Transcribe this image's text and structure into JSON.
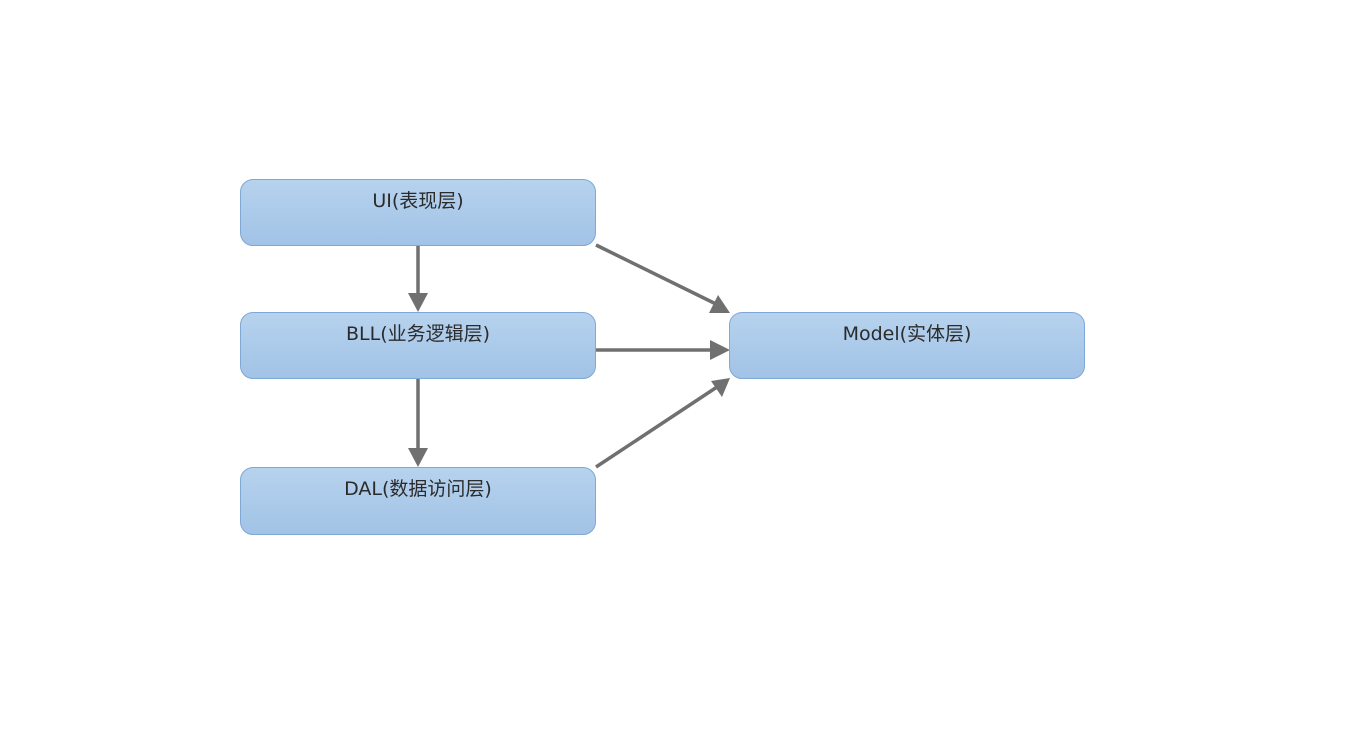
{
  "nodes": {
    "ui": "UI(表现层)",
    "bll": "BLL(业务逻辑层)",
    "dal": "DAL(数据访问层)",
    "model": "Model(实体层)"
  },
  "edges": [
    {
      "from": "ui",
      "to": "bll"
    },
    {
      "from": "bll",
      "to": "dal"
    },
    {
      "from": "ui",
      "to": "model"
    },
    {
      "from": "bll",
      "to": "model"
    },
    {
      "from": "dal",
      "to": "model"
    }
  ],
  "colors": {
    "node_fill_top": "#b6d2ee",
    "node_fill_bottom": "#a2c3e6",
    "node_border": "#7fa8d4",
    "arrow": "#707070"
  }
}
